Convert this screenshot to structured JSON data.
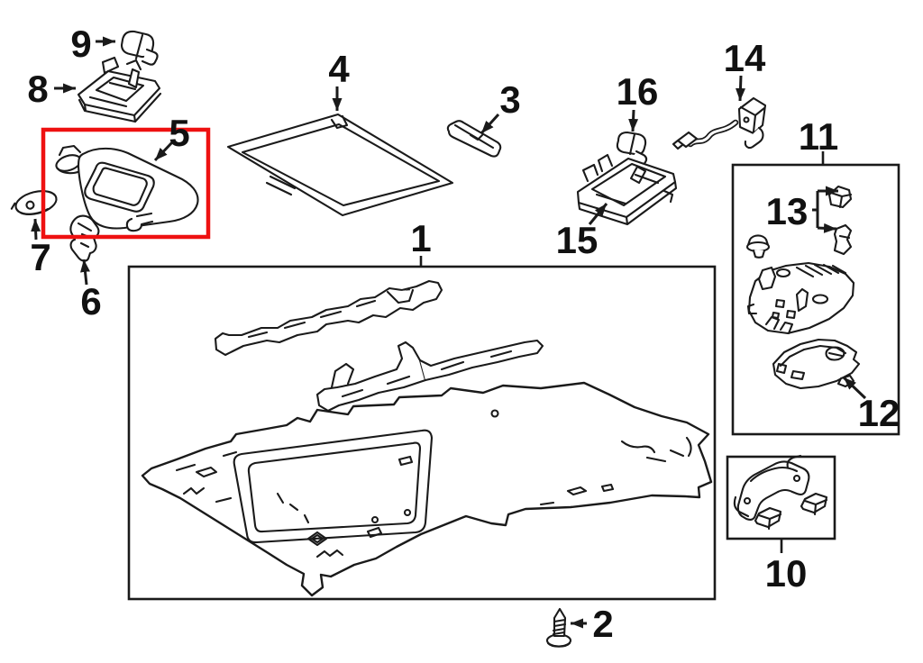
{
  "diagram": {
    "background_color": "#ffffff",
    "line_color": "#1a1a1a",
    "highlight_color": "#ee1111",
    "part_labels": {
      "p1": "1",
      "p2": "2",
      "p3": "3",
      "p4": "4",
      "p5": "5",
      "p6": "6",
      "p7": "7",
      "p8": "8",
      "p9": "9",
      "p10": "10",
      "p11": "11",
      "p12": "12",
      "p13": "13",
      "p14": "14",
      "p15": "15",
      "p16": "16"
    }
  }
}
